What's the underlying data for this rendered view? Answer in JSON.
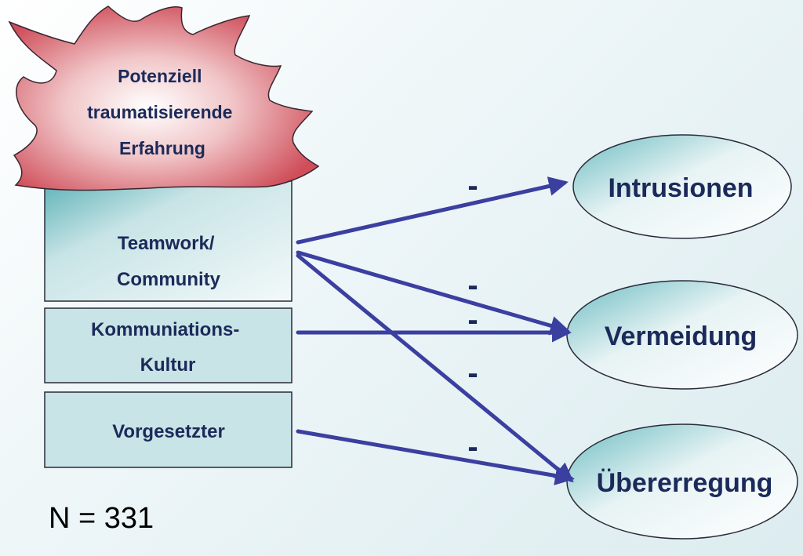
{
  "trigger": {
    "lines": [
      "Potenziell",
      "traumatisierende",
      "Erfahrung"
    ]
  },
  "factors": [
    {
      "lines": [
        "Teamwork/",
        "Community"
      ]
    },
    {
      "lines": [
        "Kommuniations-",
        "Kultur"
      ]
    },
    {
      "lines": [
        "Vorgesetzter"
      ]
    }
  ],
  "outcomes": [
    {
      "label": "Intrusionen"
    },
    {
      "label": "Vermeidung"
    },
    {
      "label": "Übererregung"
    }
  ],
  "sign": "-",
  "sample": "N = 331",
  "colors": {
    "arrow": "#3b3fa0",
    "cloud_fill": "#d9606a",
    "box_fill": "#c8e4e6",
    "text": "#1b2a5a"
  }
}
